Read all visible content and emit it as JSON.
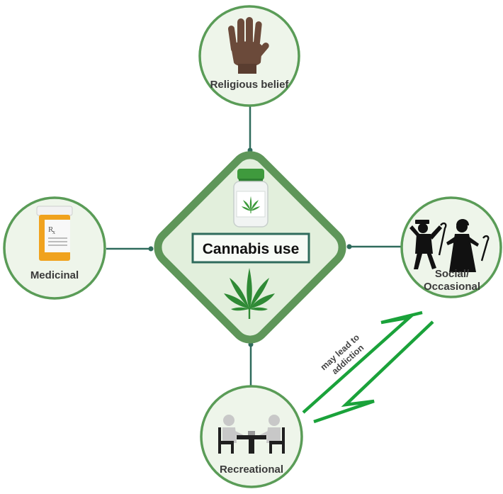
{
  "center": {
    "label": "Cannabis use",
    "icons": [
      "cannabis-bottle-icon",
      "cannabis-leaf-icon"
    ]
  },
  "nodes": {
    "top": {
      "label": "Religious belief",
      "icon": "raised-hand-icon"
    },
    "left": {
      "label": "Medicinal",
      "icon": "prescription-bottle-icon"
    },
    "right": {
      "label_line1": "Social/",
      "label_line2": "Occasional",
      "icon": "dancing-elders-icon"
    },
    "bottom": {
      "label": "Recreational",
      "icon": "people-at-table-icon"
    }
  },
  "annotation": {
    "line1": "may lead to",
    "line2": "addiction"
  },
  "colors": {
    "node_border": "#5a9c57",
    "node_fill": "#eef5ea",
    "diamond_border": "#5e9659",
    "diamond_fill": "#e2efdc",
    "connector": "#2f6b5c",
    "arrow": "#1aa23a",
    "label_box_border": "#2f6b5c"
  }
}
